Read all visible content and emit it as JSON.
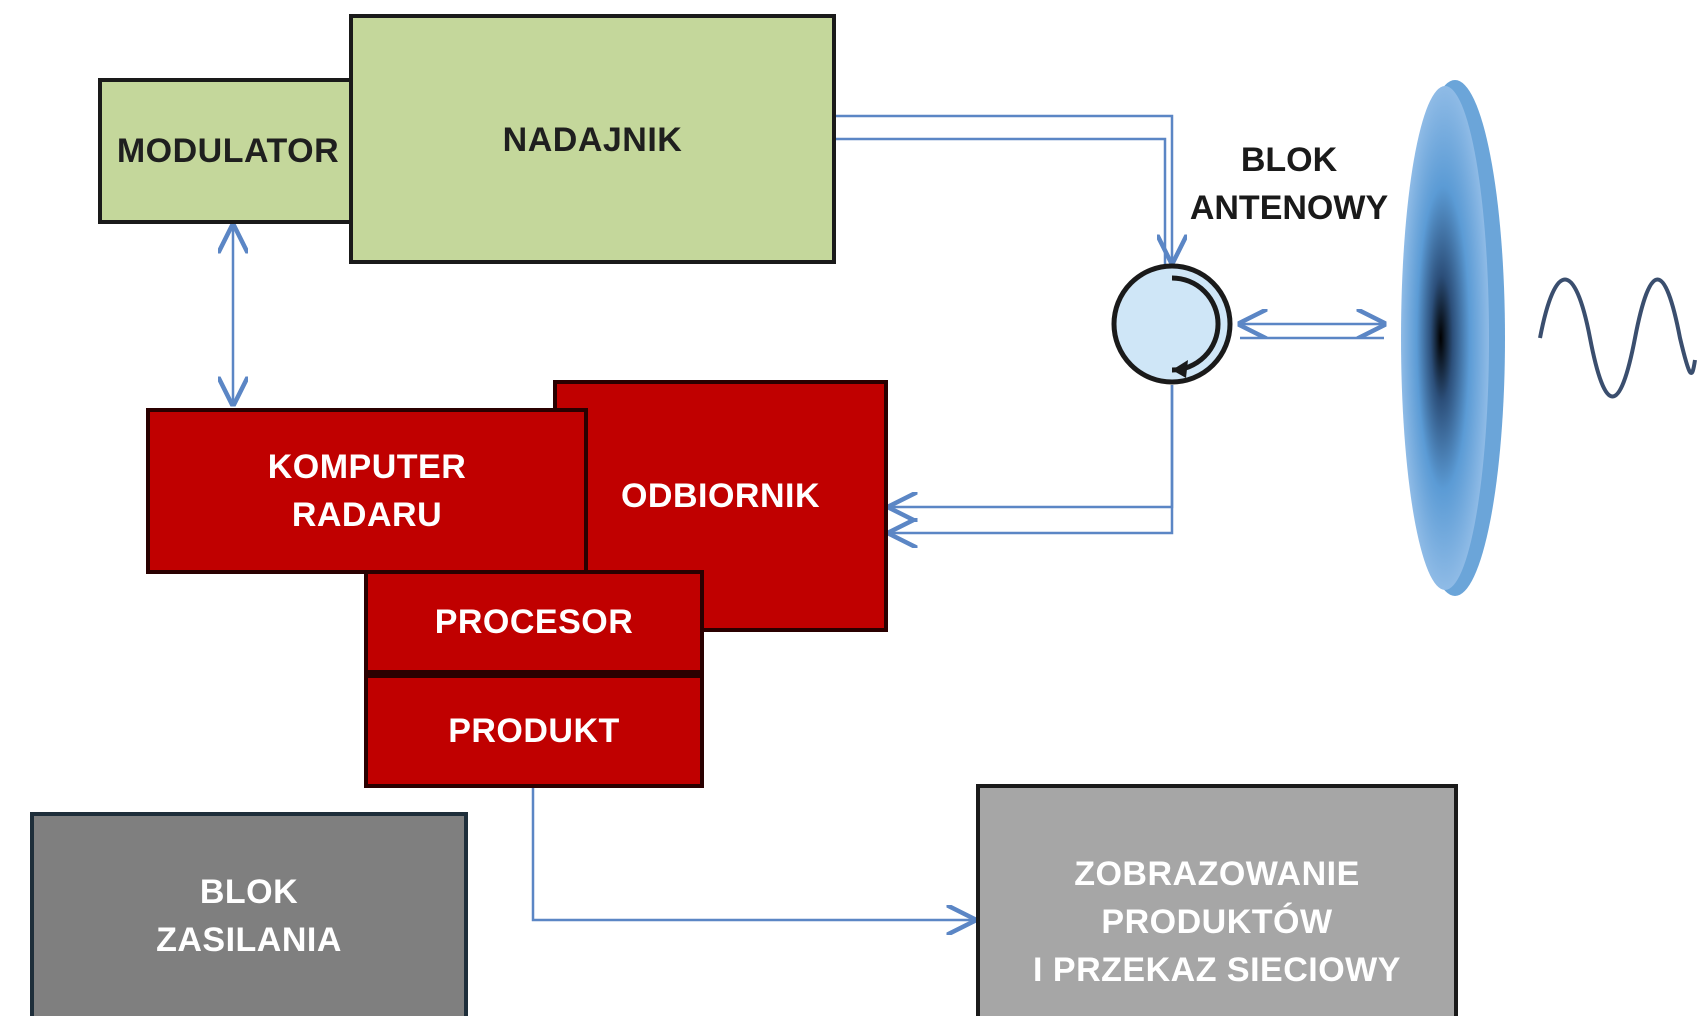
{
  "blocks": {
    "modulator": "MODULATOR",
    "nadajnik": "NADAJNIK",
    "blok_antenowy": "BLOK\nANTENOWY",
    "komputer_radaru": "KOMPUTER\nRADARU",
    "odbiornik": "ODBIORNIK",
    "procesor": "PROCESOR",
    "produkt": "PRODUKT",
    "blok_zasilania": "BLOK\nZASILANIA",
    "zobrazowanie": "ZOBRAZOWANIE\nPRODUKTÓW\nI PRZEKAZ SIECIOWY"
  },
  "colors": {
    "green": "#c4d79b",
    "red": "#c00000",
    "dark_gray": "#7f7f7f",
    "light_gray": "#a6a6a6",
    "connector": "#5b86c5",
    "circulator_fill": "#cfe6f7",
    "antenna_blue": "#5b9bd5"
  },
  "icons": {
    "circulator": "circulator-icon",
    "antenna": "dish-antenna-icon",
    "wave": "sine-wave-icon"
  }
}
